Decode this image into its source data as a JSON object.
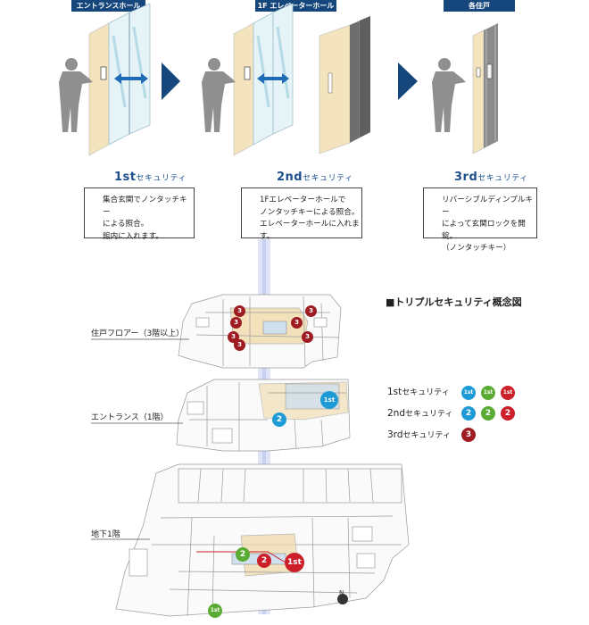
{
  "stages": [
    {
      "header": "エントランスホール",
      "security_num": "1st",
      "security_word": "セキュリティ",
      "description": "集合玄関でノンタッチキー\nによる照合。\n館内に入れます。"
    },
    {
      "header": "1F エレベーターホール",
      "security_num": "2nd",
      "security_word": "セキュリティ",
      "description": "1Fエレベーターホールで\nノンタッチキーによる照合。\nエレベーターホールに入れます。"
    },
    {
      "header": "各住戸",
      "security_num": "3rd",
      "security_word": "セキュリティ",
      "description": "リバーシブルディンプルキー\nによって玄関ロックを開錠。\n（ノンタッチキー）"
    }
  ],
  "diagram_title": "■トリプルセキュリティ概念図",
  "floors": [
    {
      "label": "住戸フロアー（3階以上）"
    },
    {
      "label": "エントランス（1階）"
    },
    {
      "label": "地下1階"
    }
  ],
  "legend": [
    {
      "num": "1st",
      "word": "セキュリティ",
      "badges": [
        {
          "text": "1st",
          "color": "#1e9ad6"
        },
        {
          "text": "1st",
          "color": "#5aab33"
        },
        {
          "text": "1st",
          "color": "#cc1f2a"
        }
      ]
    },
    {
      "num": "2nd",
      "word": "セキュリティ",
      "badges": [
        {
          "text": "2",
          "color": "#1e9ad6"
        },
        {
          "text": "2",
          "color": "#5aab33"
        },
        {
          "text": "2",
          "color": "#cc1f2a"
        }
      ]
    },
    {
      "num": "3rd",
      "word": "セキュリティ",
      "badges": [
        {
          "text": "3",
          "color": "#9e1b22"
        }
      ]
    }
  ],
  "floor_badges": {
    "top": "3",
    "entrance_1st": "1st",
    "entrance_2nd": "2",
    "b1_green_2": "2",
    "b1_red_2": "2",
    "b1_red_1st": "1st",
    "b1_green_1st": "1st"
  },
  "colors": {
    "navy": "#15467c",
    "blue": "#1e9ad6",
    "green": "#5aab33",
    "red": "#cc1f2a",
    "dark_red": "#9e1b22",
    "wall": "#f3e4bd",
    "floor_tan": "#f1d9a8",
    "floor_blue": "#cfe0ef"
  }
}
